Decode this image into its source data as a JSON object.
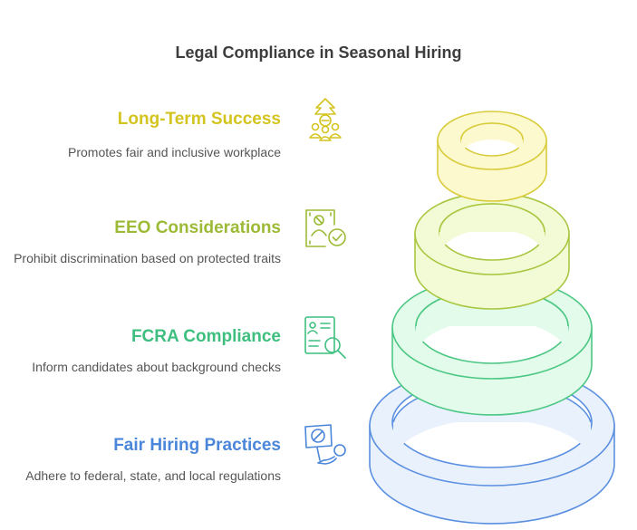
{
  "title": "Legal Compliance in Seasonal Hiring",
  "items": [
    {
      "heading": "Long-Term Success",
      "description": "Promotes fair and inclusive workplace",
      "icon": "team-growth-icon",
      "color": "#d4c41f"
    },
    {
      "heading": "EEO Considerations",
      "description": "Prohibit discrimination based on protected traits",
      "icon": "profile-checkmark-icon",
      "color": "#9cba36"
    },
    {
      "heading": "FCRA Compliance",
      "description": "Inform candidates about background checks",
      "icon": "document-search-icon",
      "color": "#3fbf7f"
    },
    {
      "heading": "Fair Hiring Practices",
      "description": "Adhere to federal, state, and local regulations",
      "icon": "no-discrimination-sign-icon",
      "color": "#4a86d9"
    }
  ],
  "colors": {
    "yellow_fill": "#fdf9cf",
    "yellow_stroke": "#d9cc3c",
    "lime_fill": "#f3fbd6",
    "lime_stroke": "#a9c640",
    "green_fill": "#e2fbea",
    "green_stroke": "#4cc784",
    "blue_fill": "#e9f1fd",
    "blue_stroke": "#5b8fe0"
  }
}
